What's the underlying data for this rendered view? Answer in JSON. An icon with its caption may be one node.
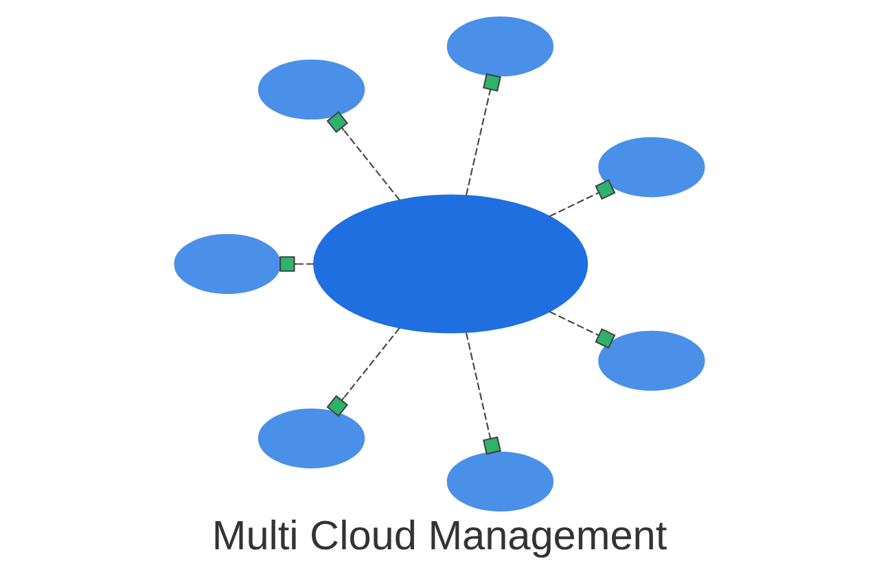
{
  "diagram": {
    "title": "Multi Cloud Management",
    "nodes": [
      {
        "text": [],
        "shape": "cloud"
      },
      {
        "text": [],
        "shape": "cloud"
      },
      {
        "text": [],
        "shape": "cloud"
      },
      {
        "text": [],
        "shape": "cloud"
      },
      {
        "text": [],
        "shape": "cloud"
      },
      {
        "text": [],
        "shape": "cloud"
      },
      {
        "text": [],
        "shape": "cloud"
      },
      {
        "text": [],
        "shape": "cloud"
      }
    ],
    "edges": [
      {
        "from": 0,
        "to": 1,
        "arrow": "other",
        "style": "dashed"
      },
      {
        "from": 0,
        "to": 2,
        "arrow": "other",
        "style": "dashed"
      },
      {
        "from": 0,
        "to": 3,
        "arrow": "other",
        "style": "dashed"
      },
      {
        "from": 0,
        "to": 4,
        "arrow": "other",
        "style": "dashed"
      },
      {
        "from": 0,
        "to": 5,
        "arrow": "other",
        "style": "dashed"
      },
      {
        "from": 0,
        "to": 6,
        "arrow": "other",
        "style": "dashed"
      },
      {
        "from": 0,
        "to": 7,
        "arrow": "other",
        "style": "dashed"
      }
    ]
  }
}
